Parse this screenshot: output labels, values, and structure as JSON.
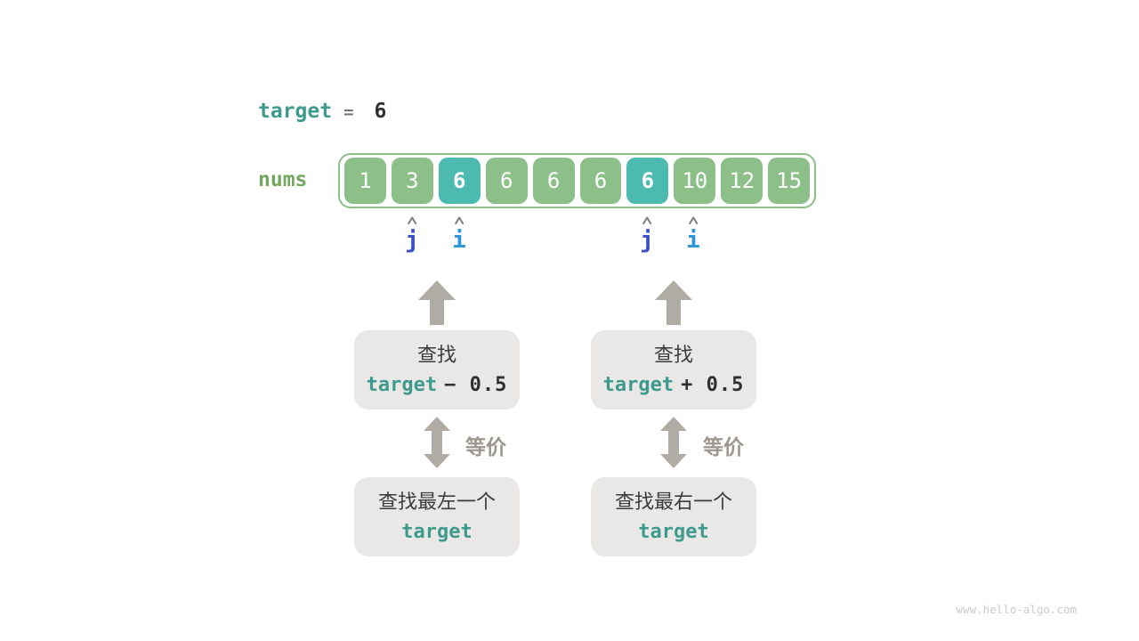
{
  "colors": {
    "cell-green": "#8dc089",
    "cell-teal": "#4cbab0",
    "teal-text": "#3e9a8c",
    "nums-green": "#73a75f",
    "dark-text": "#2f2f2f",
    "eq-gray": "#757575",
    "arrow-gray": "#b1aba5",
    "equiv-gray": "#9e978f",
    "chinese-dark": "#3c3c3c",
    "box-bg": "#e9e8e6",
    "pointer-j-blue": "#3a50c8",
    "pointer-i-blue": "#2d96d8",
    "caret-gray": "#7d7d7d",
    "watermark-gray": "#cccbca"
  },
  "target_line": {
    "variable": "target",
    "equals": "=",
    "value": "6"
  },
  "array": {
    "label": "nums",
    "cells": [
      {
        "value": "1",
        "highlight": false
      },
      {
        "value": "3",
        "highlight": false
      },
      {
        "value": "6",
        "highlight": true
      },
      {
        "value": "6",
        "highlight": false
      },
      {
        "value": "6",
        "highlight": false
      },
      {
        "value": "6",
        "highlight": false
      },
      {
        "value": "6",
        "highlight": true
      },
      {
        "value": "10",
        "highlight": false
      },
      {
        "value": "12",
        "highlight": false
      },
      {
        "value": "15",
        "highlight": false
      }
    ]
  },
  "pointers": [
    {
      "label": "j"
    },
    {
      "label": "i"
    },
    {
      "label": "j"
    },
    {
      "label": "i"
    }
  ],
  "flows": [
    {
      "search_label": "查找",
      "expr_variable": "target",
      "expr_op": "− 0.5",
      "equiv_label": "等价",
      "result_label": "查找最左一个",
      "result_variable": "target"
    },
    {
      "search_label": "查找",
      "expr_variable": "target",
      "expr_op": "+ 0.5",
      "equiv_label": "等价",
      "result_label": "查找最右一个",
      "result_variable": "target"
    }
  ],
  "watermark": "www.hello-algo.com"
}
